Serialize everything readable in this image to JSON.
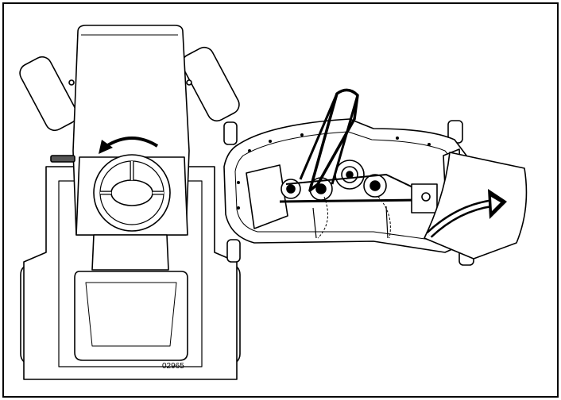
{
  "figure": {
    "label": "02965"
  },
  "components": {
    "tractor": "tractor-top-view",
    "steering_wheel": "steering-wheel",
    "rotation_arrow": "curved-arrow-icon",
    "mower_deck": "mower-deck-underside",
    "lift_arrow": "lift-arrow-icon"
  },
  "colors": {
    "stroke": "#000000",
    "fill": "#ffffff",
    "belt": "#000000"
  }
}
